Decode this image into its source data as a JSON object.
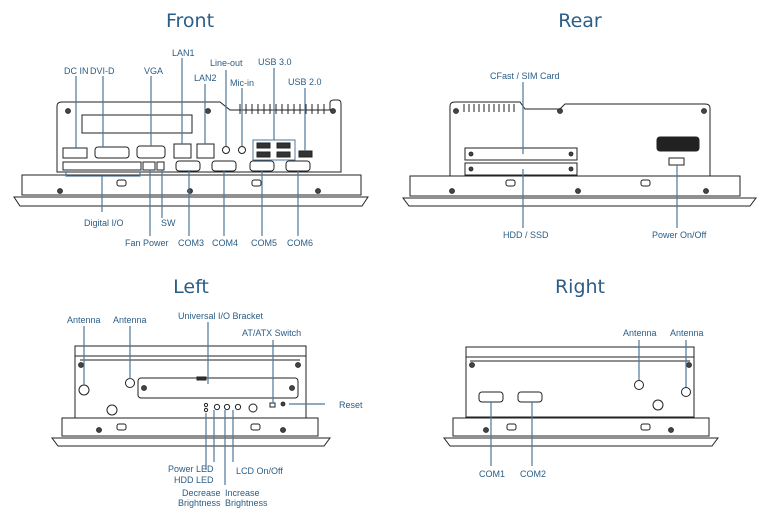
{
  "views": {
    "front": {
      "title": "Front",
      "labels": {
        "dc_in": "DC IN",
        "dvi_d": "DVI-D",
        "vga": "VGA",
        "lan1": "LAN1",
        "lan2": "LAN2",
        "line_out": "Line-out",
        "mic_in": "Mic-in",
        "usb30": "USB 3.0",
        "usb20": "USB 2.0",
        "digital_io": "Digital I/O",
        "fan_power": "Fan Power",
        "sw": "SW",
        "com3": "COM3",
        "com4": "COM4",
        "com5": "COM5",
        "com6": "COM6"
      }
    },
    "rear": {
      "title": "Rear",
      "labels": {
        "cfast_sim": "CFast / SIM Card",
        "hdd_ssd": "HDD / SSD",
        "power_onoff": "Power On/Off"
      }
    },
    "left": {
      "title": "Left",
      "labels": {
        "antenna1": "Antenna",
        "antenna2": "Antenna",
        "universal_io": "Universal I/O Bracket",
        "at_atx": "AT/ATX Switch",
        "reset": "Reset",
        "power_led": "Power LED",
        "hdd_led": "HDD LED",
        "decrease_brightness": "Decrease\nBrightness",
        "increase_brightness": "Increase\nBrightness",
        "lcd_onoff": "LCD On/Off"
      }
    },
    "right": {
      "title": "Right",
      "labels": {
        "antenna1": "Antenna",
        "antenna2": "Antenna",
        "com1": "COM1",
        "com2": "COM2"
      }
    }
  },
  "colors": {
    "label": "#2b5d86",
    "leader": "#4f7799",
    "outline": "#222222"
  }
}
